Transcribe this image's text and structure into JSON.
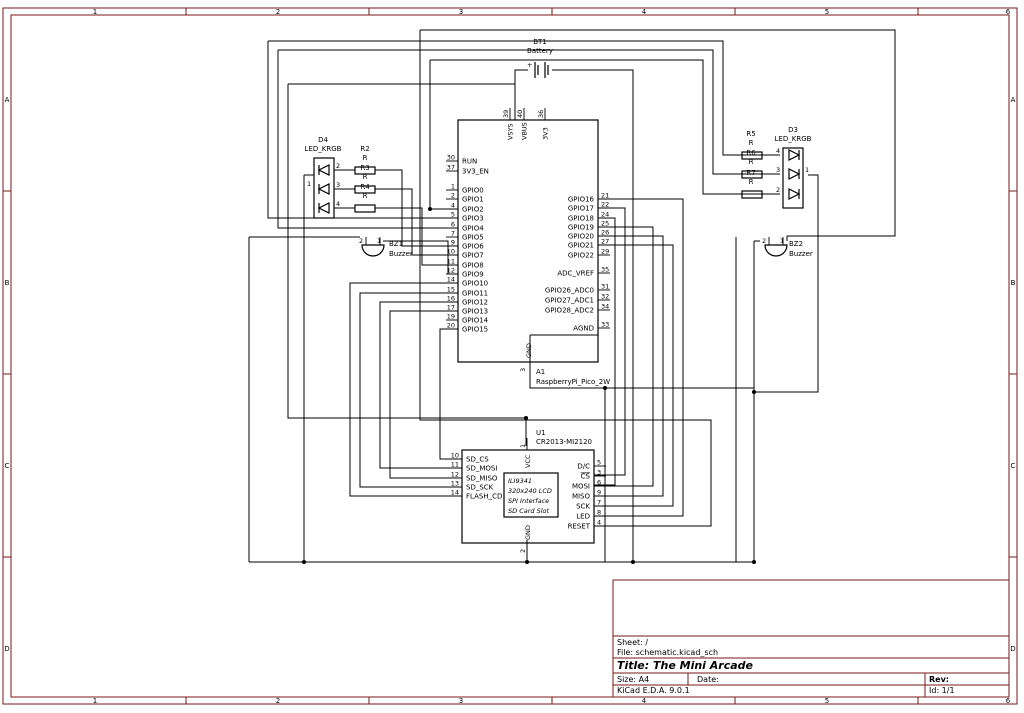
{
  "frame": {
    "columns": [
      "1",
      "2",
      "3",
      "4",
      "5",
      "6"
    ],
    "rows": [
      "A",
      "B",
      "C",
      "D"
    ]
  },
  "title_block": {
    "sheet": "Sheet: /",
    "file": "File: schematic.kicad_sch",
    "title": "Title: The Mini Arcade",
    "size": "Size: A4",
    "date": "Date:",
    "rev": "Rev:",
    "tool": "KiCad E.D.A. 9.0.1",
    "id": "Id: 1/1"
  },
  "battery": {
    "ref": "BT1",
    "value": "Battery",
    "plus": "+"
  },
  "pico": {
    "ref": "A1",
    "value": "RaspberryPi_Pico_2W",
    "top_pins": [
      {
        "name": "VSYS",
        "num": "39"
      },
      {
        "name": "VBUS",
        "num": "40"
      },
      {
        "name": "3V3",
        "num": "36"
      }
    ],
    "left_pins": [
      {
        "name": "RUN",
        "num": "30"
      },
      {
        "name": "3V3_EN",
        "num": "37"
      },
      {
        "name": "GPIO0",
        "num": "1"
      },
      {
        "name": "GPIO1",
        "num": "2"
      },
      {
        "name": "GPIO2",
        "num": "4"
      },
      {
        "name": "GPIO3",
        "num": "5"
      },
      {
        "name": "GPIO4",
        "num": "6"
      },
      {
        "name": "GPIO5",
        "num": "7"
      },
      {
        "name": "GPIO6",
        "num": "9"
      },
      {
        "name": "GPIO7",
        "num": "10"
      },
      {
        "name": "GPIO8",
        "num": "11"
      },
      {
        "name": "GPIO9",
        "num": "12"
      },
      {
        "name": "GPIO10",
        "num": "14"
      },
      {
        "name": "GPIO11",
        "num": "15"
      },
      {
        "name": "GPIO12",
        "num": "16"
      },
      {
        "name": "GPIO13",
        "num": "17"
      },
      {
        "name": "GPIO14",
        "num": "19"
      },
      {
        "name": "GPIO15",
        "num": "20"
      }
    ],
    "right_pins": [
      {
        "name": "GPIO16",
        "num": "21"
      },
      {
        "name": "GPIO17",
        "num": "22"
      },
      {
        "name": "GPIO18",
        "num": "24"
      },
      {
        "name": "GPIO19",
        "num": "25"
      },
      {
        "name": "GPIO20",
        "num": "26"
      },
      {
        "name": "GPIO21",
        "num": "27"
      },
      {
        "name": "GPIO22",
        "num": "29"
      },
      {
        "name": "ADC_VREF",
        "num": "35"
      },
      {
        "name": "GPIO26_ADC0",
        "num": "31"
      },
      {
        "name": "GPIO27_ADC1",
        "num": "32"
      },
      {
        "name": "GPIO28_ADC2",
        "num": "34"
      },
      {
        "name": "AGND",
        "num": "33"
      }
    ],
    "gnd_pin": {
      "name": "GND",
      "num": "3"
    }
  },
  "lcd": {
    "ref": "U1",
    "value": "CR2013-MI2120",
    "vcc": {
      "name": "VCC",
      "num": "1"
    },
    "gnd": {
      "name": "GND",
      "num": "2"
    },
    "left_pins": [
      {
        "name": "SD_CS",
        "num": "10"
      },
      {
        "name": "SD_MOSI",
        "num": "11"
      },
      {
        "name": "SD_MISO",
        "num": "12"
      },
      {
        "name": "SD_SCK",
        "num": "13"
      },
      {
        "name": "FLASH_CD",
        "num": "14"
      }
    ],
    "right_pins": [
      {
        "name": "D/C",
        "num": "5"
      },
      {
        "name": "CS",
        "num": "3"
      },
      {
        "name": "MOSI",
        "num": "6"
      },
      {
        "name": "MISO",
        "num": "9"
      },
      {
        "name": "SCK",
        "num": "7"
      },
      {
        "name": "LED",
        "num": "8"
      },
      {
        "name": "RESET",
        "num": "4"
      }
    ],
    "inner_lines": [
      "ILI9341",
      "320x240 LCD",
      "SPI Interface",
      "SD Card Slot"
    ]
  },
  "d4": {
    "ref": "D4",
    "value": "LED_KRGB",
    "pins": [
      "2",
      "3",
      "4",
      "1"
    ]
  },
  "d3": {
    "ref": "D3",
    "value": "LED_KRGB",
    "pins": [
      "4",
      "3",
      "2",
      "1"
    ]
  },
  "resistors": [
    {
      "ref": "R2",
      "value": "R"
    },
    {
      "ref": "R3",
      "value": "R"
    },
    {
      "ref": "R4",
      "value": "R"
    },
    {
      "ref": "R5",
      "value": "R"
    },
    {
      "ref": "R6",
      "value": "R"
    },
    {
      "ref": "R7",
      "value": "R"
    }
  ],
  "bz1": {
    "ref": "BZ1",
    "value": "Buzzer",
    "pins": [
      "2",
      "1"
    ]
  },
  "bz2": {
    "ref": "BZ2",
    "value": "Buzzer",
    "pins": [
      "2",
      "1"
    ]
  }
}
